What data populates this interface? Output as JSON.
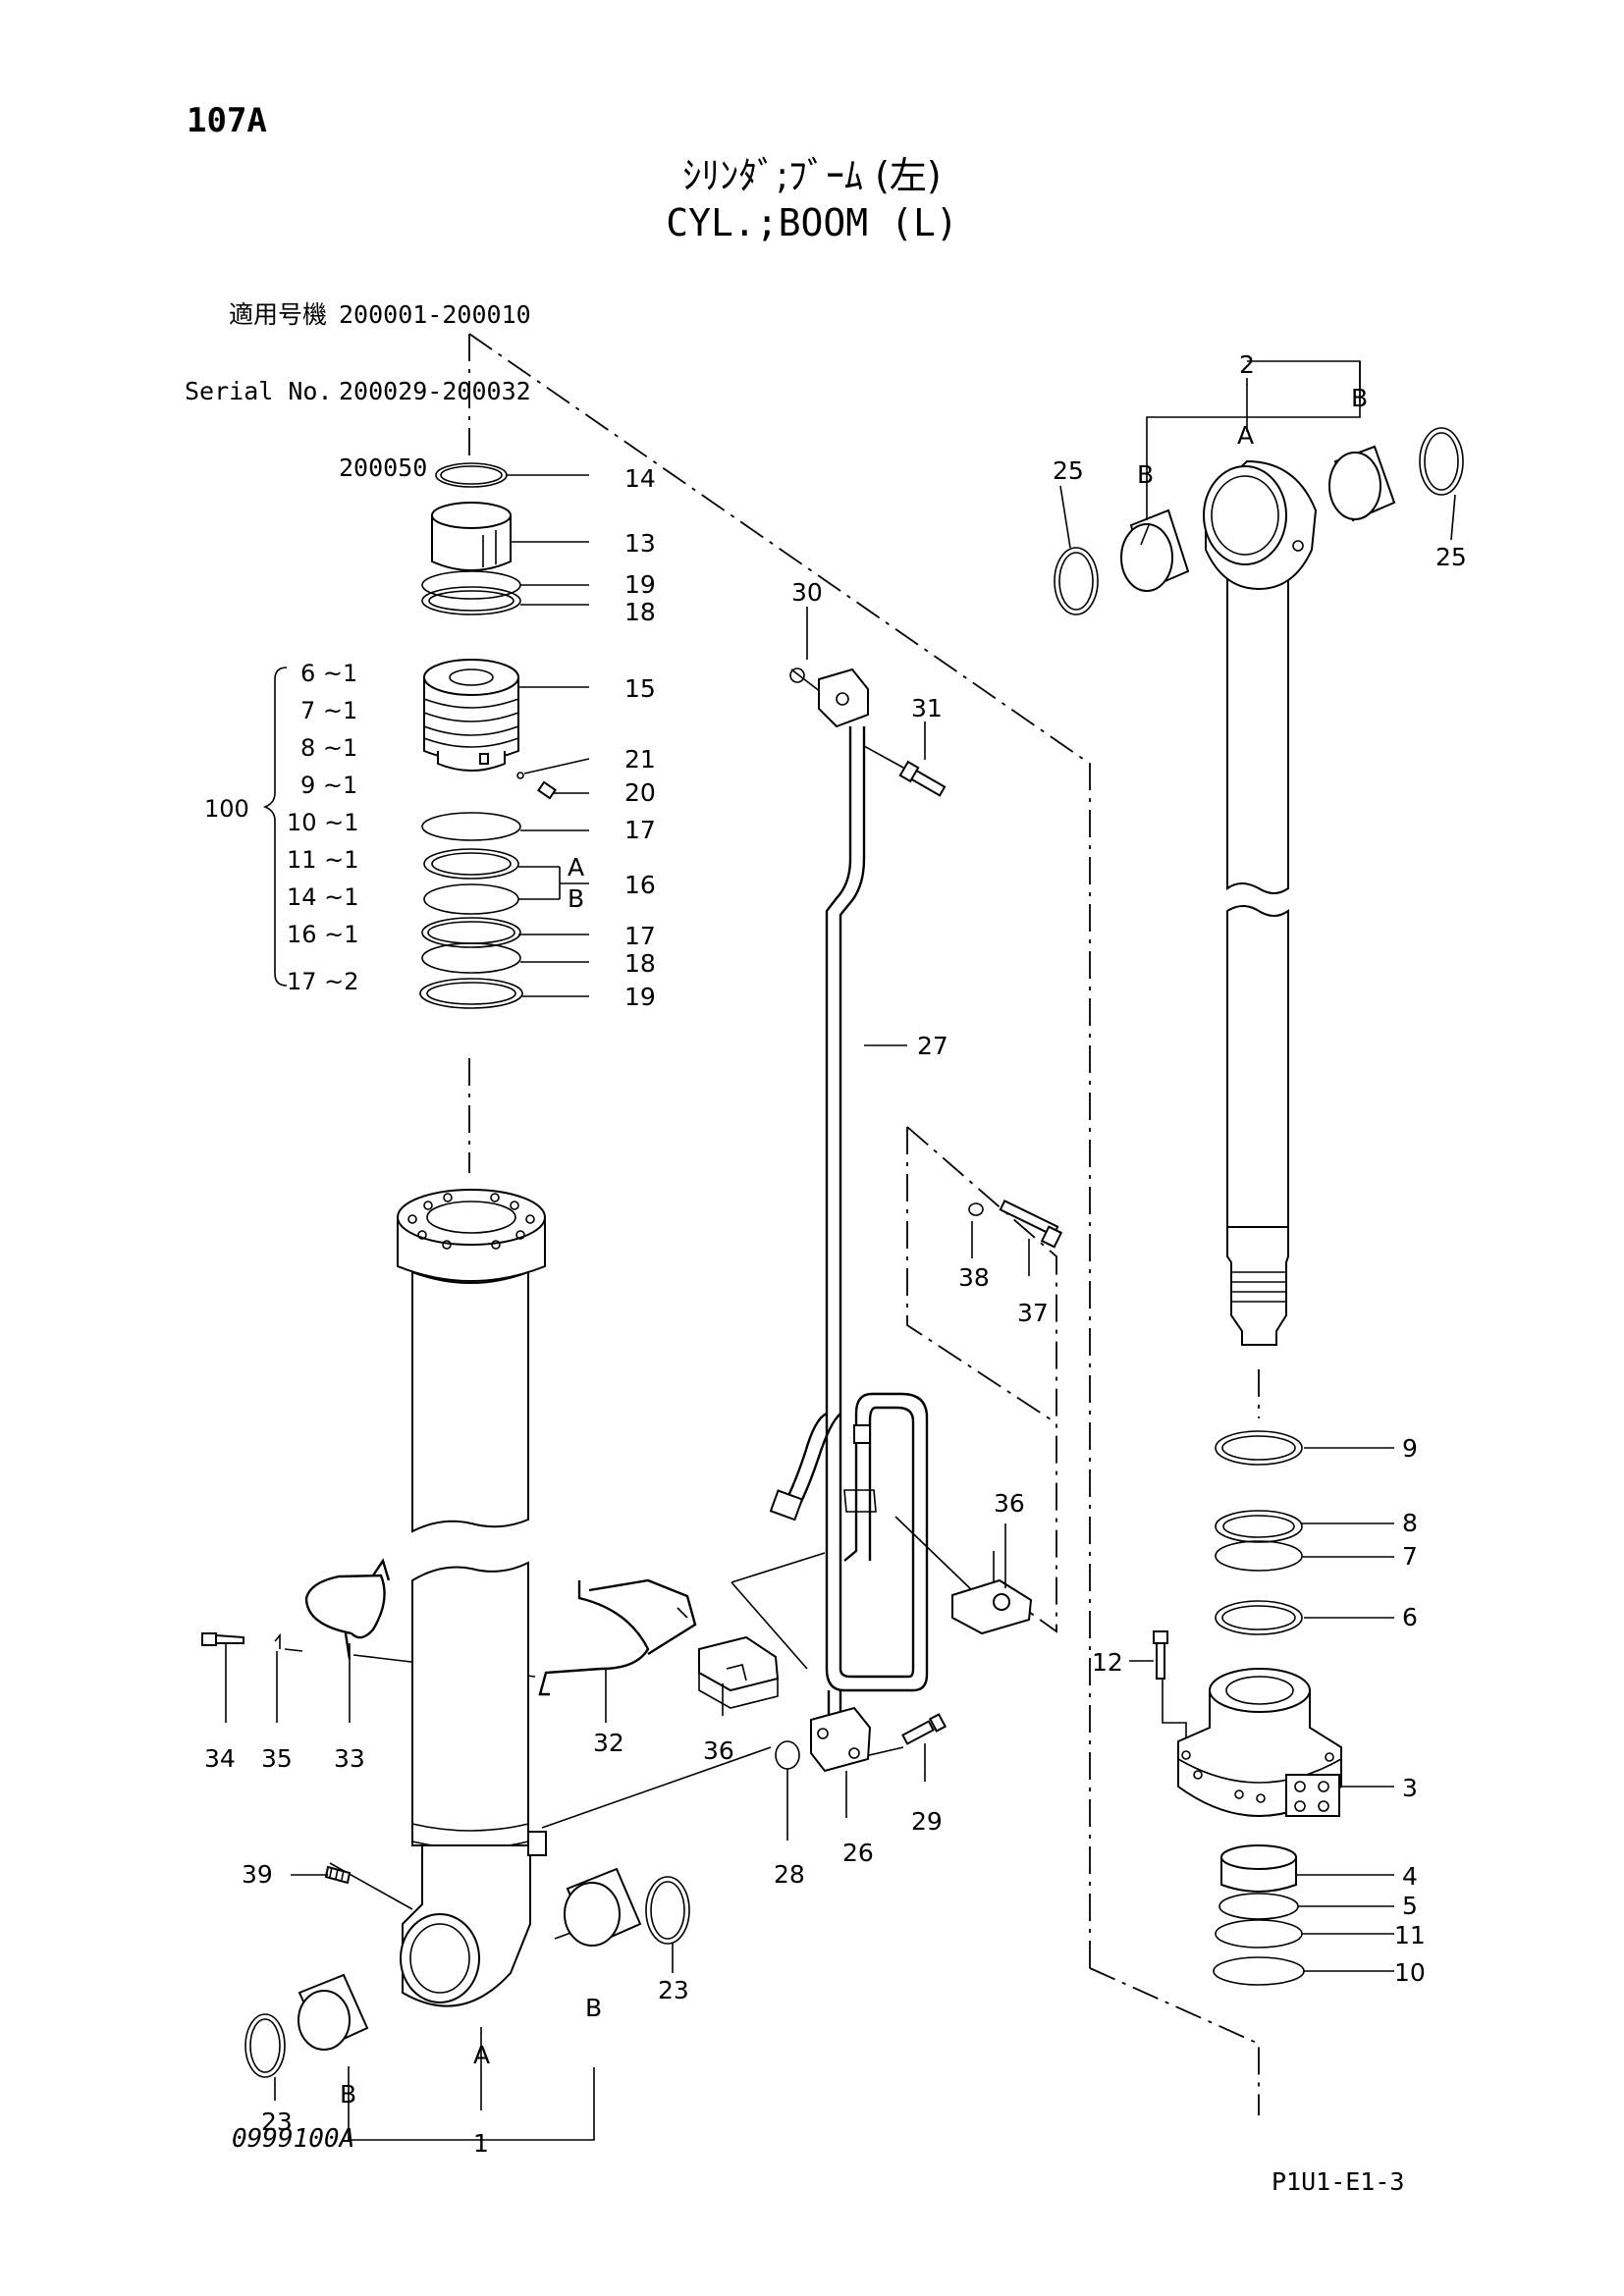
{
  "page_id": "107A",
  "title": {
    "jp": "ｼﾘﾝﾀﾞ;ﾌﾞｰﾑ (左)",
    "en": "CYL.;BOOM (L)"
  },
  "serial": {
    "label_jp": "適用号機",
    "label_en": "Serial No.",
    "ranges": [
      "200001-200010",
      "200029-200032",
      "200050"
    ]
  },
  "kit": {
    "label": "100",
    "contents": [
      "6 ~1",
      "7 ~1",
      "8 ~1",
      "9 ~1",
      "10 ~1",
      "11 ~1",
      "14 ~1",
      "16 ~1",
      "17 ~2"
    ]
  },
  "callouts": {
    "c14": "14",
    "c13": "13",
    "c19a": "19",
    "c18a": "18",
    "c15": "15",
    "c21": "21",
    "c20": "20",
    "c17a": "17",
    "c16": "16",
    "c16A": "A",
    "c16B": "B",
    "c17b": "17",
    "c18b": "18",
    "c19b": "19",
    "c30": "30",
    "c31": "31",
    "c27": "27",
    "c38": "38",
    "c37": "37",
    "c36a": "36",
    "c36b": "36",
    "c32": "32",
    "c33": "33",
    "c34": "34",
    "c35": "35",
    "c26": "26",
    "c28": "28",
    "c29": "29",
    "c39": "39",
    "c1": "1",
    "c1A": "A",
    "c1B1": "B",
    "c1B2": "B",
    "c23a": "23",
    "c23b": "23",
    "c2": "2",
    "c2A": "A",
    "c2B1": "B",
    "c2B2": "B",
    "c25a": "25",
    "c25b": "25",
    "c9": "9",
    "c8": "8",
    "c7": "7",
    "c6": "6",
    "c12": "12",
    "c3": "3",
    "c4": "4",
    "c5": "5",
    "c11": "11",
    "c10": "10"
  },
  "document_code": "0999100A",
  "sheet_ref": "P1U1-E1-3"
}
